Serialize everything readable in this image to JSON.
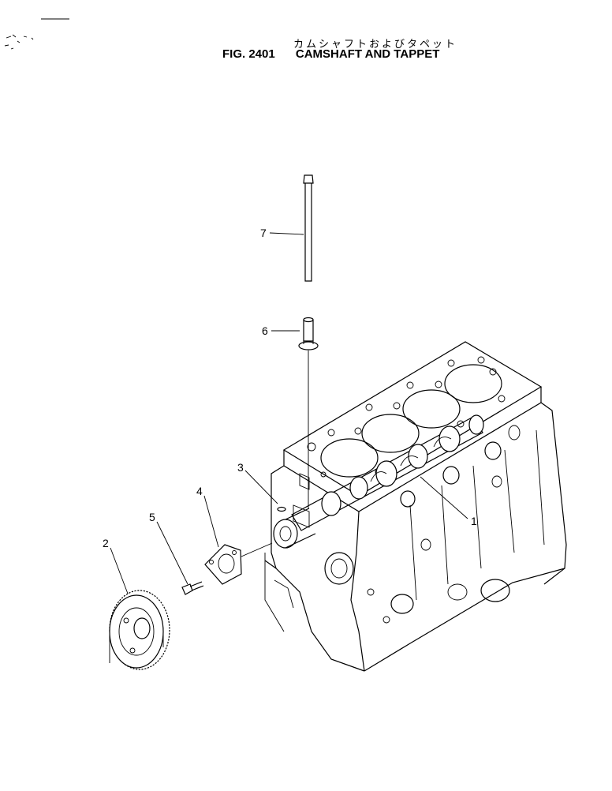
{
  "header": {
    "title_jp": "カムシャフトおよびタペット",
    "fig_number": "FIG. 2401",
    "fig_title": "CAMSHAFT AND TAPPET"
  },
  "callouts": [
    {
      "id": "1",
      "label": "1"
    },
    {
      "id": "2",
      "label": "2"
    },
    {
      "id": "3",
      "label": "3"
    },
    {
      "id": "4",
      "label": "4"
    },
    {
      "id": "5",
      "label": "5"
    },
    {
      "id": "6",
      "label": "6"
    },
    {
      "id": "7",
      "label": "7"
    }
  ]
}
